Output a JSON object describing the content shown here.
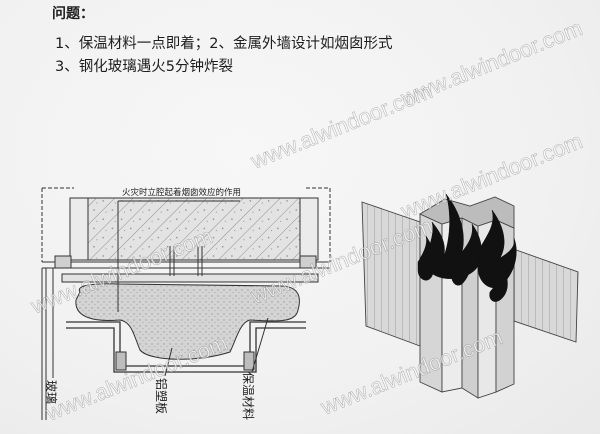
{
  "page": {
    "paper": "#f3f3f3",
    "ink": "#1e1e1e"
  },
  "heading": "问题：",
  "issues": [
    "1、保温材料一点即着；2、金属外墙设计如烟囱形式",
    "3、钢化玻璃遇火5分钟炸裂"
  ],
  "section_drawing": {
    "callout": "火灾时立腔起着烟囱效应的作用",
    "labels": {
      "glass": "玻璃",
      "panel": "铝塑板",
      "insulation": "保温材料"
    }
  },
  "isometric_drawing": {
    "icon": "fire-icon"
  },
  "watermark": "www.alwindoor.com"
}
